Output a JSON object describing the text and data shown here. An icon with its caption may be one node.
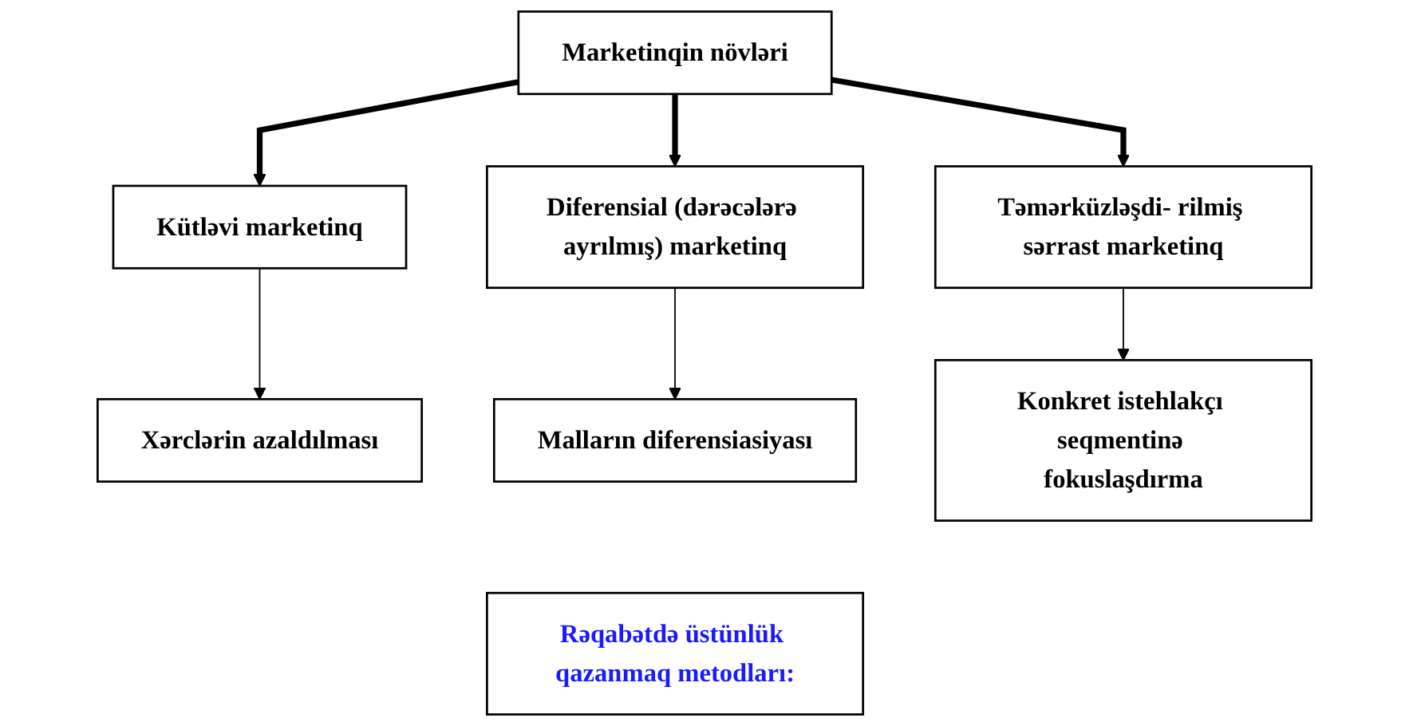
{
  "diagram": {
    "nodes": [
      {
        "text": [
          "Marketinqin növləri"
        ]
      },
      {
        "text": [
          "Kütləvi marketinq"
        ]
      },
      {
        "text": [
          "Diferensial (dərəcələrə ayrılmış) marketinq"
        ]
      },
      {
        "text": [
          "Təmərküzləşdi- rilmiş sərrast marketinq"
        ]
      },
      {
        "text": [
          "Rəqabətdə üstünlük qazanmaq metodları:"
        ]
      },
      {
        "text": [
          "Xərclərin azaldılması"
        ]
      },
      {
        "text": [
          "Malların diferensiasiyası"
        ]
      },
      {
        "text": [
          "Konkret istehlakçı seqmentinə fokuslaşdırma"
        ]
      }
    ],
    "edges": [
      {
        "from": 0,
        "to": 1,
        "arrow": "to",
        "style": "thick"
      },
      {
        "from": 0,
        "to": 2,
        "arrow": "to",
        "style": "thick"
      },
      {
        "from": 0,
        "to": 3,
        "arrow": "to",
        "style": "thick"
      },
      {
        "from": 1,
        "to": 5,
        "arrow": "to"
      },
      {
        "from": 2,
        "to": 6,
        "arrow": "to"
      },
      {
        "from": 3,
        "to": 7,
        "arrow": "to"
      }
    ]
  }
}
